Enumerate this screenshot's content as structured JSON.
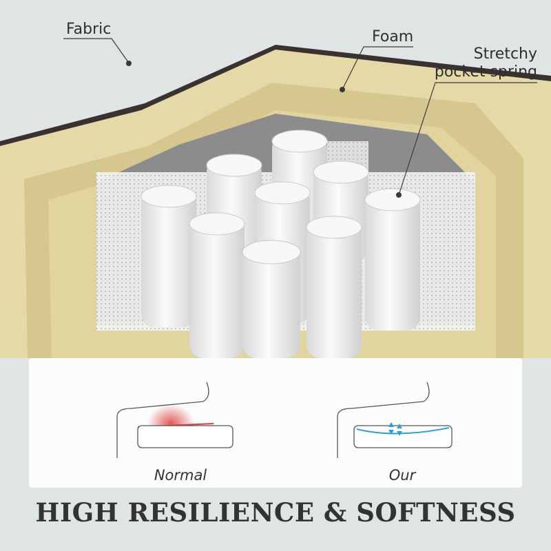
{
  "labels": {
    "fabric": "Fabric",
    "foam": "Foam",
    "spring_line1": "Stretchy",
    "spring_line2": "pocket spring"
  },
  "comparison": {
    "normal_caption": "Normal",
    "our_caption": "Our"
  },
  "headline": "HIGH RESILIENCE & SOFTNESS",
  "colors": {
    "fabric": "#dfe4e5",
    "foam": "#e6d9a8",
    "foam_shadow": "#cdbd86",
    "cover_edge": "#3a3230",
    "spring": "#f2f2f2",
    "pressure_red": "#e03a3a",
    "support_blue": "#2a9fe0",
    "text": "#333333"
  }
}
